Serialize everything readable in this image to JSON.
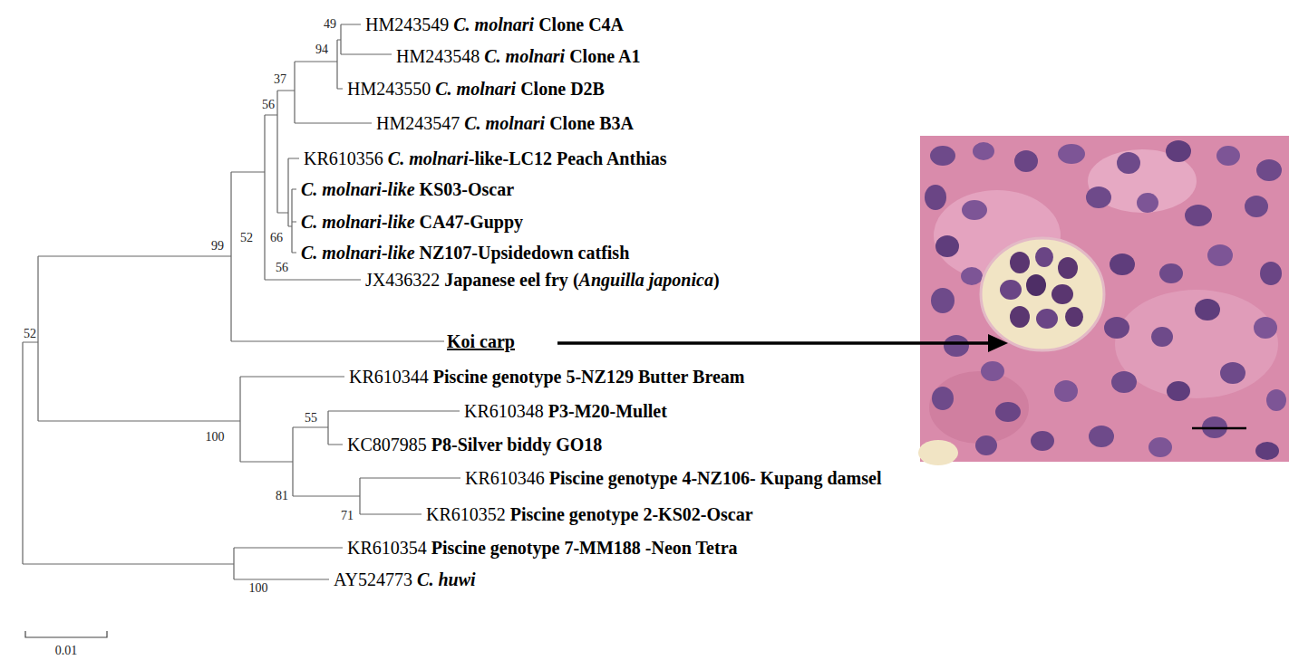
{
  "diagram": {
    "labels": [
      "49",
      "94",
      "37",
      "56",
      "52",
      "66",
      "56",
      "99",
      "52",
      "100",
      "55",
      "81",
      "71",
      "100",
      "HM243549",
      "C. molnari",
      "Clone C4A",
      "HM243548",
      "C. molnari",
      "Clone A1",
      "HM243550",
      "C. molnari",
      "Clone D2B",
      "HM243547",
      "C. molnari",
      "Clone B3A",
      "KR610356",
      "C. molnari",
      "-like-LC12 Peach Anthias",
      "C. molnari-like",
      "KS03-Oscar",
      "C. molnari-like",
      "CA47-Guppy",
      "C. molnari-like",
      "NZ107-Upsidedown catfish",
      "JX436322",
      "Japanese eel fry",
      "(",
      "Anguilla japonica",
      ")",
      "Koi carp",
      "KR610344",
      "Piscine genotype 5-NZ129 Butter Bream",
      "KR610348",
      "P3-M20-Mullet",
      "KC807985",
      "P8-Silver biddy GO18",
      "KR610346",
      "Piscine genotype 4-NZ106- Kupang damsel",
      "KR610352",
      "Piscine genotype 2-KS02-Oscar",
      "KR610354",
      "Piscine genotype 7-MM188 -Neon Tetra",
      "AY524773",
      "C. huwi",
      "0.01"
    ]
  }
}
